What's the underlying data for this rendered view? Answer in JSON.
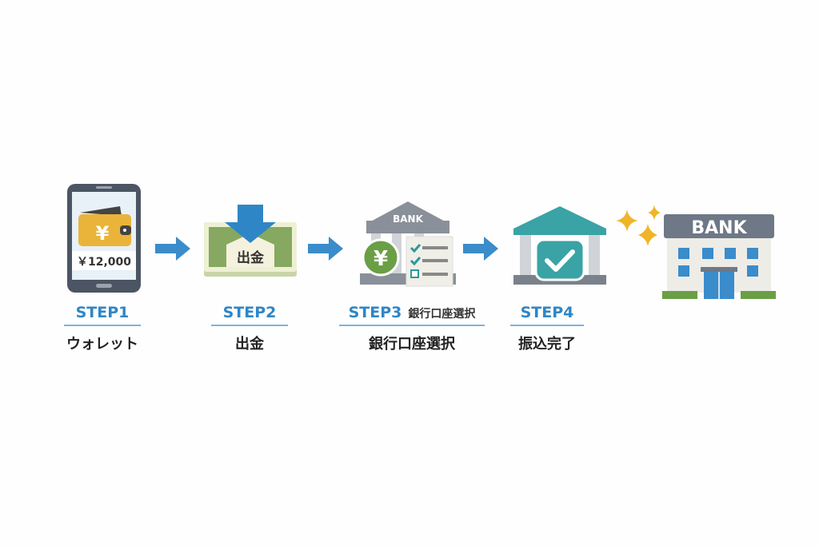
{
  "steps": [
    {
      "label": "STEP1",
      "title": "ウォレット"
    },
    {
      "label": "STEP2",
      "title": "出金"
    },
    {
      "label": "STEP3",
      "label_sub": "銀行口座選択",
      "title": "銀行口座選択"
    },
    {
      "label": "STEP4",
      "title": "振込完了"
    }
  ],
  "icons": {
    "wallet_balance": "￥12,000",
    "wallet_symbol": "¥",
    "cash_text": "出金",
    "bank_sign": "BANK",
    "bank_building_sign": "BANK"
  },
  "colors": {
    "accent": "#2f86c6",
    "teal": "#3aa3a6",
    "green": "#6a9f45",
    "gold": "#f0b429"
  }
}
